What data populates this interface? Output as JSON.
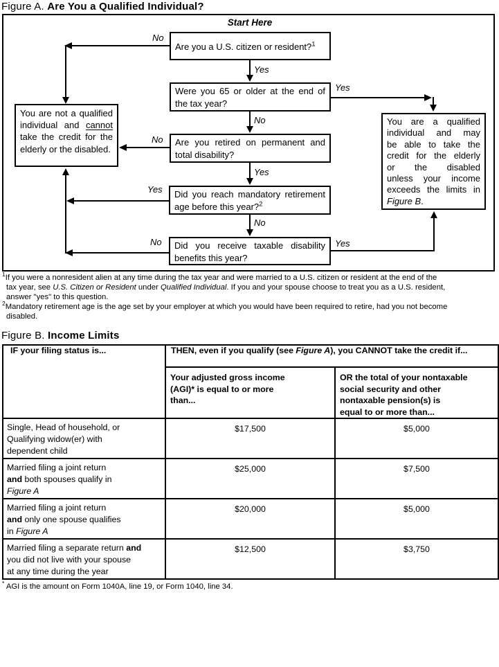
{
  "colors": {
    "ink": "#000000",
    "paper": "#ffffff"
  },
  "figure_a": {
    "title_prefix": "Figure A.",
    "title": "Are You a Qualified Individual?",
    "start_here": "Start Here",
    "questions": {
      "citizen": {
        "text": "Are you a U.S. citizen or resident?",
        "sup": "1"
      },
      "age65": {
        "text": "Were you 65 or older at the end of the tax year?"
      },
      "retired": {
        "text": "Are you retired on permanent and total disability?"
      },
      "mandatory": {
        "text": "Did you reach mandatory retirement age before this year?",
        "sup": "2"
      },
      "taxable": {
        "text": "Did you receive taxable disability benefits this year?"
      }
    },
    "labels": {
      "no_citizen": "No",
      "yes_citizen": "Yes",
      "yes_age65": "Yes",
      "no_age65": "No",
      "no_retired": "No",
      "yes_retired": "Yes",
      "yes_mandatory": "Yes",
      "no_mandatory": "No",
      "no_taxable": "No",
      "yes_taxable": "Yes"
    },
    "not_qualified": {
      "part1": "You are not a qualified individual and ",
      "underlined": "cannot",
      "part2": " take the credit for the elderly or the disabled."
    },
    "qualified": {
      "body": "You are a qualified\nindividual and may\nbe able to take the\ncredit for the elderly\nor the disabled\nunless your income\nexceeds the limits in",
      "figure_ref": "Figure B",
      "period": "."
    },
    "footnote1": {
      "sup": "1",
      "part1": "If you were a nonresident alien at any time during the tax year and were married to a U.S. citizen or resident at the end of the\ntax year, see ",
      "italic1": "U.S. Citizen or Resident",
      "part2": " under ",
      "italic2": "Qualified Individual",
      "part3": ". If you and your spouse choose to treat you as a U.S. resident,\nanswer \"yes\" to this question."
    },
    "footnote2": {
      "sup": "2",
      "text": "Mandatory retirement age is the age set by your employer at which you would have been required to retire, had you not become\ndisabled."
    }
  },
  "figure_b": {
    "title_prefix": "Figure B.",
    "title": "Income Limits",
    "header": {
      "if_col": "IF your filing status is...",
      "then": {
        "part1": "THEN, even if you qualify (see ",
        "italic": "Figure A",
        "part2": "), you CANNOT take the credit if..."
      },
      "agi_col": "Your adjusted gross income\n(AGI)* is equal to or more\nthan...",
      "nontaxable_col": "OR the total of your nontaxable\nsocial security and other\nnontaxable pension(s) is\nequal to or more than..."
    },
    "rows": [
      {
        "label_part1": "Single, Head of household, or\nQualifying widow(er) with\ndependent child",
        "bold": "",
        "label_part2": "",
        "italic": "",
        "agi": "$17,500",
        "pension": "$5,000"
      },
      {
        "label_part1": "Married filing a joint return\n",
        "bold": "and",
        "label_part2": " both spouses qualify in\n",
        "italic": "Figure A",
        "agi": "$25,000",
        "pension": "$7,500"
      },
      {
        "label_part1": "Married filing a joint return\n",
        "bold": "and",
        "label_part2": " only one spouse qualifies\nin ",
        "italic": "Figure A",
        "agi": "$20,000",
        "pension": "$5,000"
      },
      {
        "label_part1": "Married filing a separate return ",
        "bold": "and",
        "label_part2": "\nyou did not live with your spouse\nat any time during the year",
        "italic": "",
        "agi": "$12,500",
        "pension": "$3,750"
      }
    ],
    "footnote": {
      "sup": "*",
      "text": " AGI is the amount on Form 1040A, line 19, or Form 1040, line 34."
    }
  }
}
